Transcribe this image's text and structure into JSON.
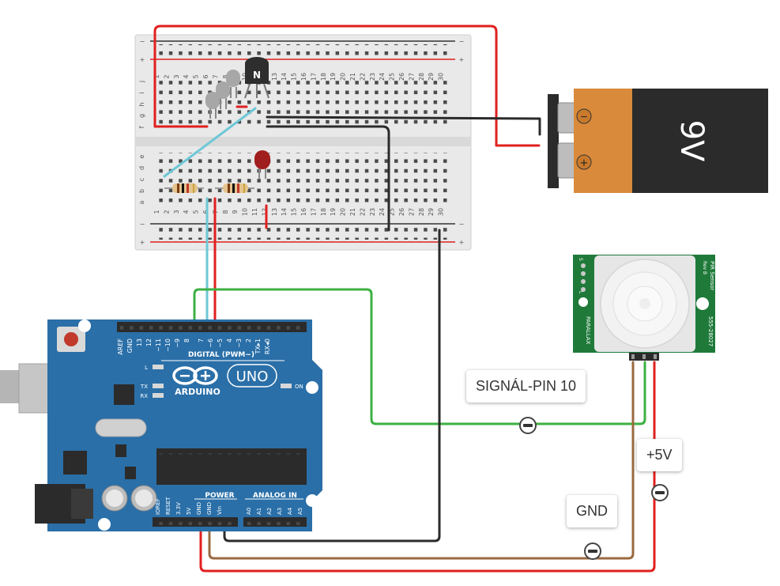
{
  "annotations": {
    "signal": "SIGNÁL-PIN 10",
    "vcc": "+5V",
    "gnd": "GND"
  },
  "breadboard": {
    "rail_plus": "+",
    "rail_minus": "−",
    "rows_top": [
      "j",
      "i",
      "h",
      "g",
      "f"
    ],
    "rows_bottom": [
      "e",
      "d",
      "c",
      "b",
      "a"
    ],
    "column_labels": [
      "1",
      "2",
      "3",
      "4",
      "5",
      "6",
      "7",
      "8",
      "9",
      "10",
      "11",
      "12",
      "13",
      "14",
      "15",
      "16",
      "17",
      "18",
      "19",
      "20",
      "21",
      "22",
      "23",
      "24",
      "25",
      "26",
      "27",
      "28",
      "29",
      "30"
    ]
  },
  "battery": {
    "label": "9V",
    "terminal_minus": "−",
    "terminal_plus": "+"
  },
  "transistor": {
    "label": "N"
  },
  "arduino": {
    "logo": "ARDUINO",
    "model": "UNO",
    "header_digital": "DIGITAL (PWM~)",
    "header_power": "POWER",
    "header_analog": "ANALOG IN",
    "led_l": "L",
    "led_tx": "TX",
    "led_rx": "RX",
    "led_on": "ON",
    "digital_pins": [
      "AREF",
      "GND",
      "13",
      "12",
      "~11",
      "~10",
      "~9",
      "8",
      "7",
      "~6",
      "~5",
      "4",
      "~3",
      "2",
      "TX▸1",
      "RX◂0"
    ],
    "power_pins": [
      "IOREF",
      "RESET",
      "3.3V",
      "5V",
      "GND",
      "GND",
      "Vin"
    ],
    "analog_pins": [
      "A0",
      "A1",
      "A2",
      "A3",
      "A4",
      "A5"
    ]
  },
  "pir": {
    "title": "PIR Sensor",
    "rev": "Rev B",
    "brand": "PARALLAX",
    "part": "555-28027",
    "pin_s": "S",
    "pin_l": "L"
  },
  "colors": {
    "wire_red": "#e0201e",
    "wire_black": "#2b2b2b",
    "wire_green": "#3cb043",
    "wire_brown": "#9b6a3f",
    "wire_cyan": "#6ec8d6",
    "arduino_blue": "#2a6fa8",
    "pir_green": "#1f7a3a",
    "battery_orange": "#d98a3a"
  }
}
